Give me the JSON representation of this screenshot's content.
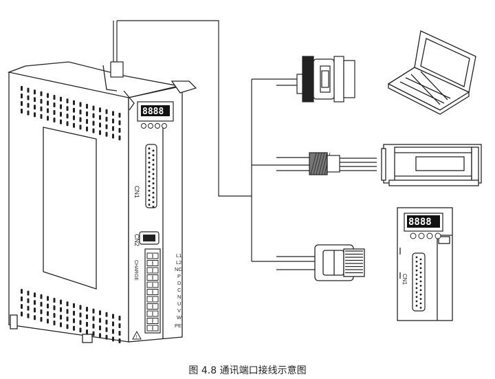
{
  "caption": "图 4.8  通讯端口接线示意图",
  "drive": {
    "cn1_label": "CN1",
    "cn2_label": "CN2",
    "charge_label": "CHARGE",
    "terminals": [
      "L1",
      "L2",
      "NC",
      "P",
      "D",
      "C",
      "N",
      "U",
      "V",
      "W",
      "PE"
    ]
  },
  "small_drive": {
    "cn1_label": "CN1"
  },
  "devices": [
    "computer",
    "db9-serial-connector",
    "controller-module",
    "rj45-connector",
    "servo-drive"
  ],
  "colors": {
    "line": "#222222",
    "display": "#111111",
    "panel_fill": "#ffffff"
  }
}
